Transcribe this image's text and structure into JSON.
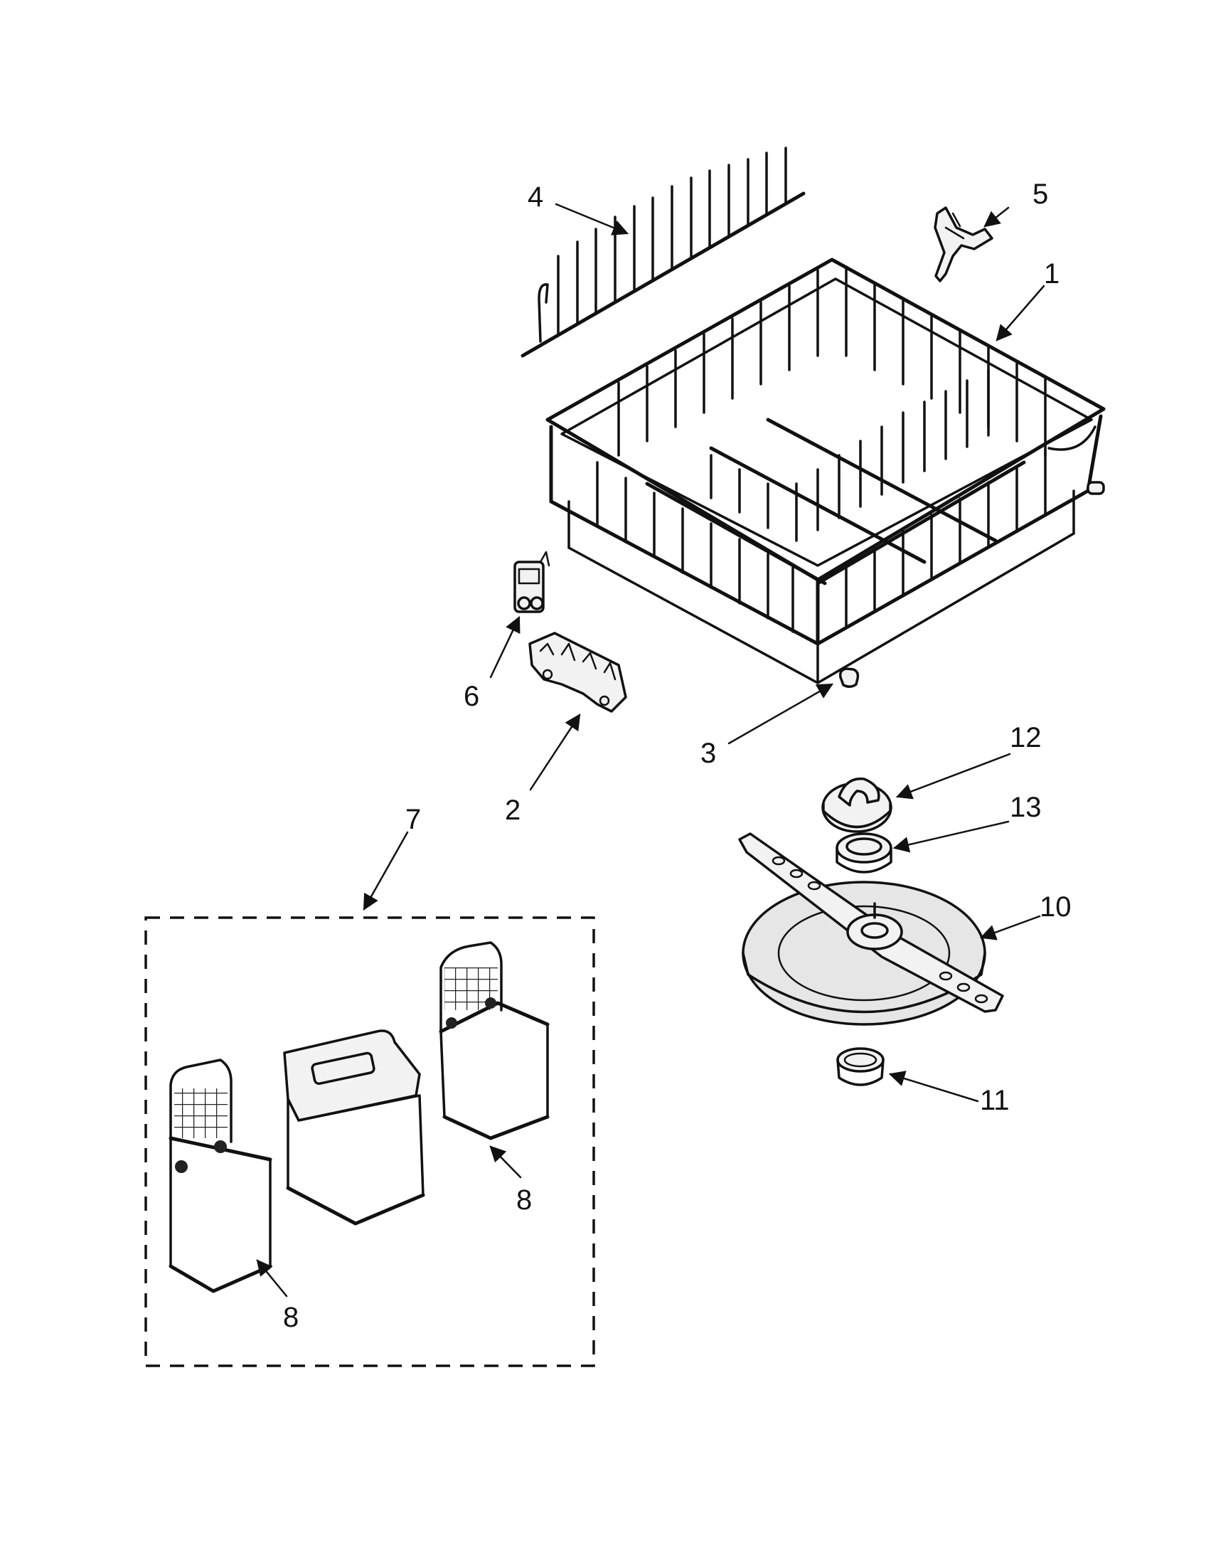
{
  "callouts": {
    "c1": "1",
    "c2": "2",
    "c3": "3",
    "c4": "4",
    "c5": "5",
    "c6": "6",
    "c7": "7",
    "c8a": "8",
    "c8b": "8",
    "c10": "10",
    "c11": "11",
    "c12": "12",
    "c13": "13"
  }
}
